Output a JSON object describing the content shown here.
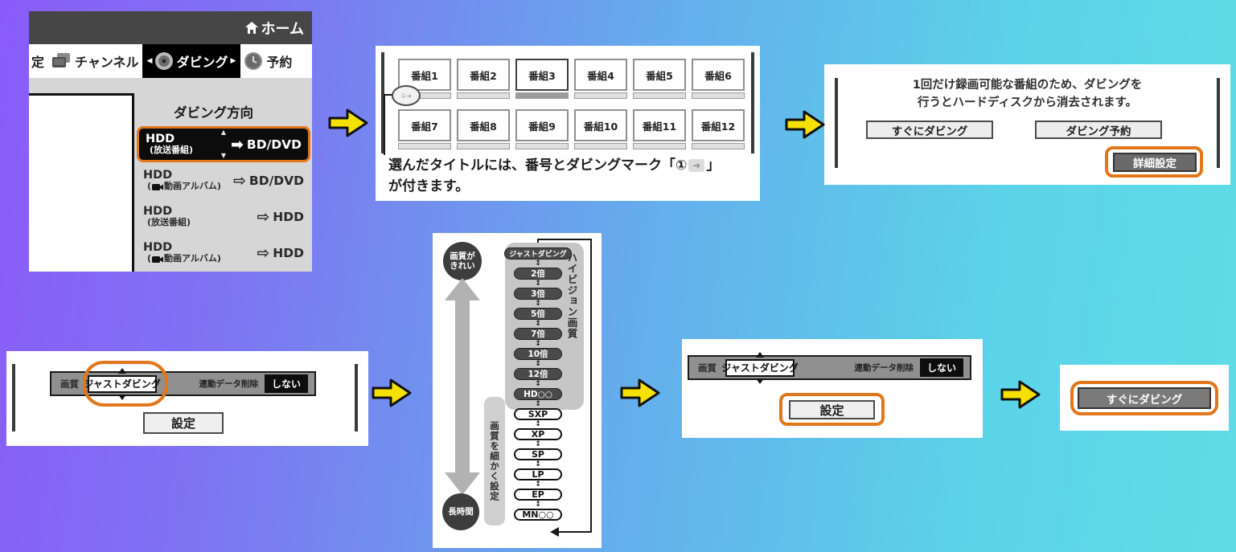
{
  "colors": {
    "accent": "#E2761A",
    "bg_left": "#8A5BFA",
    "bg_right": "#5FDCE6",
    "highlight_bg": "#0C0C0C"
  },
  "icons": {
    "home": "⌂",
    "back": "◀",
    "forward": "▶",
    "up": "▲",
    "down": "▼",
    "updown": "↕",
    "arrow_filled": "➡",
    "arrow_outline": "⇨",
    "circled_one": "①",
    "dub_mark": "➜"
  },
  "panel_menu": {
    "home_label": "ホーム",
    "tabs": {
      "settings": "定",
      "channel": "チャンネル",
      "dubbing": "ダビング",
      "reserve": "予約"
    },
    "heading": "ダビング方向",
    "items": [
      {
        "source": "HDD",
        "sub": "(放送番組)",
        "target": "BD/DVD"
      },
      {
        "source": "HDD",
        "sub_pre": "(",
        "sub_label": "動画アルバム)",
        "target": "BD/DVD"
      },
      {
        "source": "HDD",
        "sub": "(放送番組)",
        "target": "HDD"
      },
      {
        "source": "HDD",
        "sub_pre": "(",
        "sub_label": "動画アルバム)",
        "target": "HDD"
      }
    ]
  },
  "panel_titles": {
    "programs": [
      "番組1",
      "番組2",
      "番組3",
      "番組4",
      "番組5",
      "番組6",
      "番組7",
      "番組8",
      "番組9",
      "番組10",
      "番組11",
      "番組12"
    ],
    "dub_mark_small": "①➜",
    "caption_pre": "選んだタイトルには、番号とダビングマーク「",
    "caption_num": "①",
    "caption_post": "」",
    "caption_line2": "が付きます。"
  },
  "panel_confirm": {
    "message_line1": "1回だけ録画可能な番組のため、ダビングを",
    "message_line2": "行うとハードディスクから消去されます。",
    "btn_now": "すぐにダビング",
    "btn_reserve": "ダビング予約",
    "btn_detail": "詳細設定"
  },
  "panel_quality_bar": {
    "label_quality": "画質",
    "value_quality": "ジャストダビング",
    "label_data": "連動データ削除",
    "value_data": "しない",
    "btn_set": "設定"
  },
  "panel_scale": {
    "top_label_1": "画質が",
    "top_label_2": "きれい",
    "bottom_label": "長時間",
    "hd_pills": [
      "ジャストダビング",
      "2倍",
      "3倍",
      "5倍",
      "7倍",
      "10倍",
      "12倍",
      "HD○○"
    ],
    "sd_pills": [
      "SXP",
      "XP",
      "SP",
      "LP",
      "EP",
      "MN○○"
    ],
    "hd_group_label": "ハイビジョン画質",
    "sd_group_label": "画質を細かく設定"
  },
  "panel_final": {
    "btn_now": "すぐにダビング"
  }
}
